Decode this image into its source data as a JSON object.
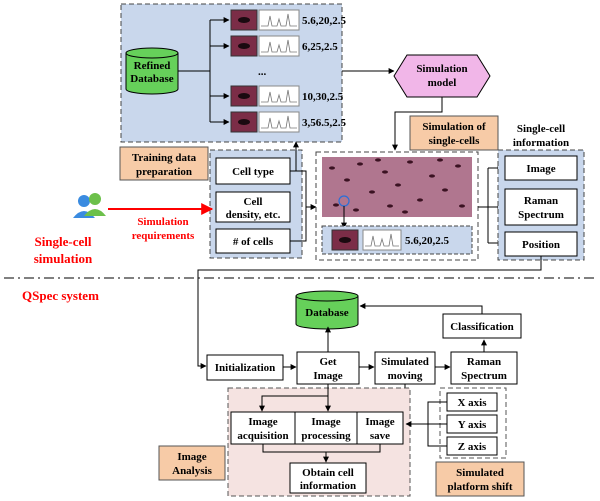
{
  "colors": {
    "panel_blue": "#c9d7ec",
    "panel_pink": "#f5e3e1",
    "label_orange": "#f7cba7",
    "db_green": "#66d05a",
    "sim_pink": "#f1b6e8",
    "accent_red": "#ff0000",
    "cell_maroon": "#7b2d47",
    "micro_bg": "#b0768f"
  },
  "icons": {
    "users": "users-icon",
    "cell": "cell-thumbnail-icon",
    "spectrum": "spectrum-thumbnail-icon"
  },
  "top": {
    "refined_database": [
      "Refined",
      "Database"
    ],
    "rows": [
      "5.6,20,2.5",
      "6,25,2.5",
      "...",
      "10,30,2.5",
      "3,56.5,2.5"
    ],
    "simulation_model": [
      "Simulation",
      "model"
    ],
    "training_label": [
      "Training data",
      "preparation"
    ],
    "simulation_of_single_cells": [
      "Simulation of",
      "single-cells"
    ],
    "single_cell_information": [
      "Single-cell",
      "information"
    ],
    "info_items": [
      [
        "Image"
      ],
      [
        "Raman",
        "Spectrum"
      ],
      [
        "Position"
      ]
    ],
    "inputs": [
      [
        "Cell type"
      ],
      [
        "Cell",
        "density, etc."
      ],
      [
        "# of cells"
      ]
    ],
    "sim_requirements": [
      "Simulation",
      "requirements"
    ],
    "single_cell_simulation": [
      "Single-cell",
      "simulation"
    ],
    "sample_row": "5.6,20,2.5"
  },
  "bottom": {
    "qspec": "QSpec system",
    "database": "Database",
    "classification": "Classification",
    "initialization": "Initialization",
    "get_image": [
      "Get",
      "Image"
    ],
    "simulated_moving": [
      "Simulated",
      "moving"
    ],
    "raman_spectrum": [
      "Raman",
      "Spectrum"
    ],
    "image_acquisition": [
      "Image",
      "acquisition"
    ],
    "image_processing": [
      "Image",
      "processing"
    ],
    "image_save": [
      "Image",
      "save"
    ],
    "obtain_cell_info": [
      "Obtain cell",
      "information"
    ],
    "image_analysis": [
      "Image",
      "Analysis"
    ],
    "axes": [
      "X axis",
      "Y axis",
      "Z axis"
    ],
    "platform_shift": [
      "Simulated",
      "platform shift"
    ]
  }
}
